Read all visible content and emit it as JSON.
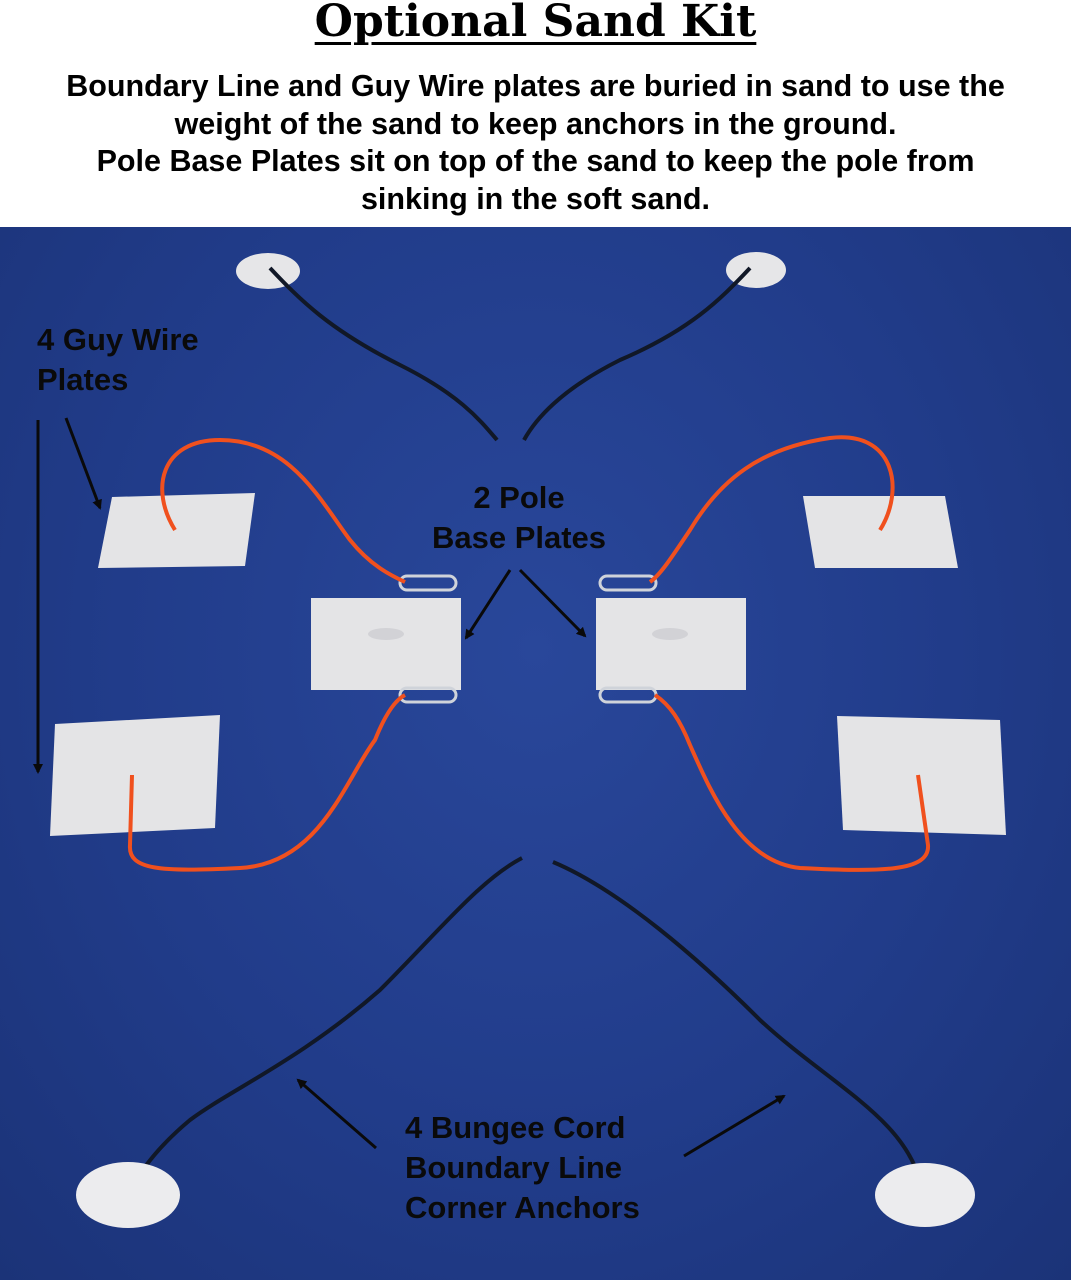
{
  "title": "Optional Sand Kit",
  "description": [
    "Boundary Line and Guy Wire plates are buried in sand to use the",
    "weight of the sand to keep anchors in the ground.",
    "Pole Base Plates sit on top of the sand to keep the pole from",
    "sinking in the soft sand."
  ],
  "labels": {
    "guy_wire": [
      "4 Guy Wire",
      "Plates"
    ],
    "pole_base": [
      "2 Pole",
      "Base Plates"
    ],
    "bungee": [
      "4 Bungee Cord",
      "Boundary Line",
      "Corner Anchors"
    ]
  },
  "colors": {
    "background": "#213c8a",
    "plate": "#e4e4e6",
    "orange_cord": "#f0501e",
    "bungee_cord": "#111827"
  }
}
